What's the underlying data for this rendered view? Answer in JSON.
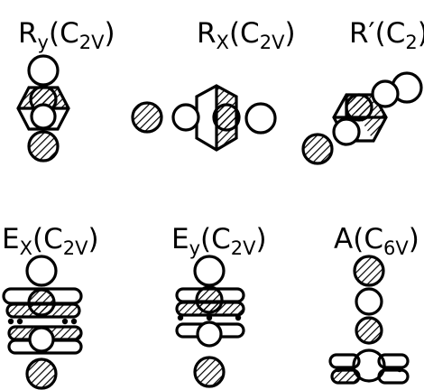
{
  "panels": [
    {
      "main": "R",
      "sub": "y",
      "prime": "",
      "group_letter": "C",
      "group_sub": "2V"
    },
    {
      "main": "R",
      "sub": "X",
      "prime": "",
      "group_letter": "C",
      "group_sub": "2V"
    },
    {
      "main": "R",
      "sub": "",
      "prime": "′",
      "group_letter": "C",
      "group_sub": "2"
    },
    {
      "main": "E",
      "sub": "X",
      "prime": "",
      "group_letter": "C",
      "group_sub": "2V"
    },
    {
      "main": "E",
      "sub": "y",
      "prime": "",
      "group_letter": "C",
      "group_sub": "2V"
    },
    {
      "main": "A",
      "sub": "",
      "prime": "",
      "group_letter": "C",
      "group_sub": "6V"
    }
  ]
}
